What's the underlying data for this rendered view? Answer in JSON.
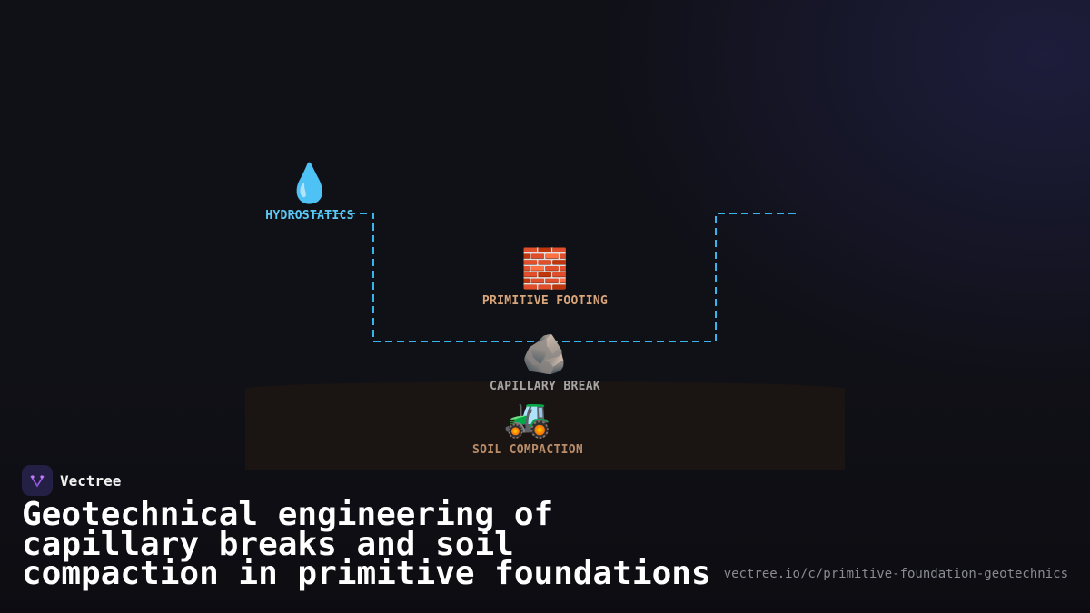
{
  "nodes": {
    "hydrostatics": {
      "icon": "water-droplet-icon",
      "emoji": "💧",
      "label": "HYDROSTATICS",
      "color": "#5bc8f5"
    },
    "footing": {
      "icon": "brick-icon",
      "emoji": "🧱",
      "label": "PRIMITIVE FOOTING",
      "color": "#d9a679"
    },
    "capillary": {
      "icon": "rock-icon",
      "emoji": "🪨",
      "label": "CAPILLARY BREAK",
      "color": "#a6a6a6"
    },
    "soil": {
      "icon": "tractor-icon",
      "emoji": "🚜",
      "label": "SOIL COMPACTION",
      "color": "#b98d6a"
    }
  },
  "connector_color": "#39b5ee",
  "brand": {
    "name": "Vectree",
    "logo": "vectree-logo-icon"
  },
  "title": "Geotechnical engineering of capillary breaks and soil compaction in primitive foundations",
  "url": "vectree.io/c/primitive-foundation-geotechnics"
}
